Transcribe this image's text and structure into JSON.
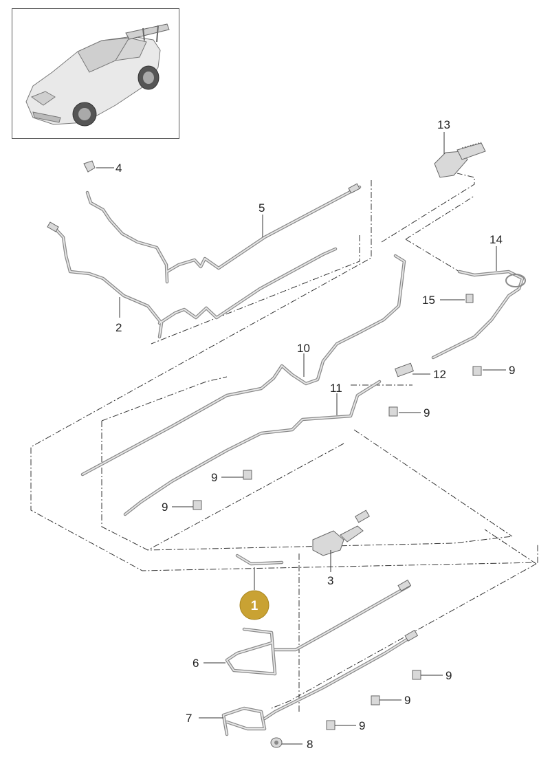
{
  "diagram": {
    "thumbnail": {
      "icon": "car-icon"
    },
    "labels": {
      "p1": "1",
      "p2": "2",
      "p3": "3",
      "p4": "4",
      "p5": "5",
      "p6": "6",
      "p7": "7",
      "p8": "8",
      "p9": "9",
      "p10": "10",
      "p11": "11",
      "p12": "12",
      "p13": "13",
      "p14": "14",
      "p15": "15"
    },
    "highlight": {
      "label": "1",
      "color": "#c9a233"
    }
  }
}
